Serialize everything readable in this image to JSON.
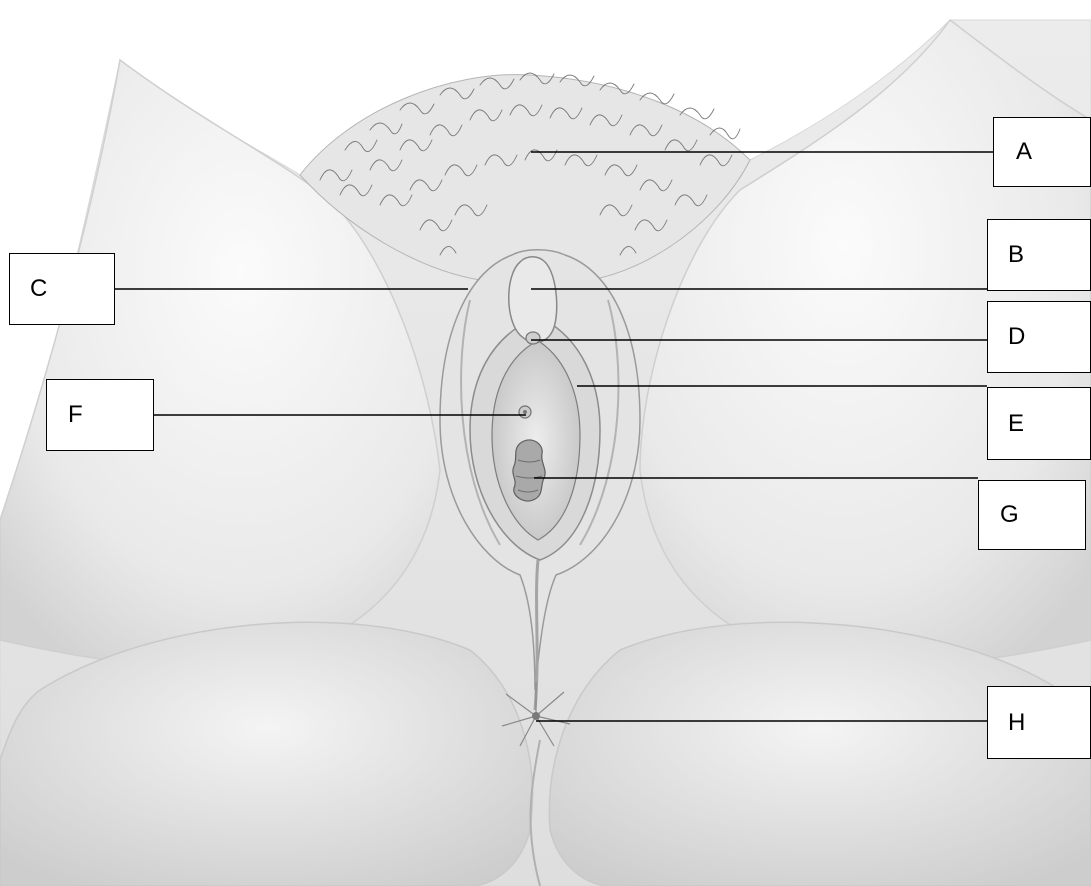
{
  "labels": {
    "a": "A",
    "b": "B",
    "c": "C",
    "d": "D",
    "e": "E",
    "f": "F",
    "g": "G",
    "h": "H"
  },
  "colors": {
    "background": "#ffffff",
    "skin_light": "#f2f2f2",
    "skin_shadow": "#cfcfcf",
    "outline": "#8a8a8a",
    "hair": "#6e6e6e",
    "leader_line": "#000000"
  }
}
